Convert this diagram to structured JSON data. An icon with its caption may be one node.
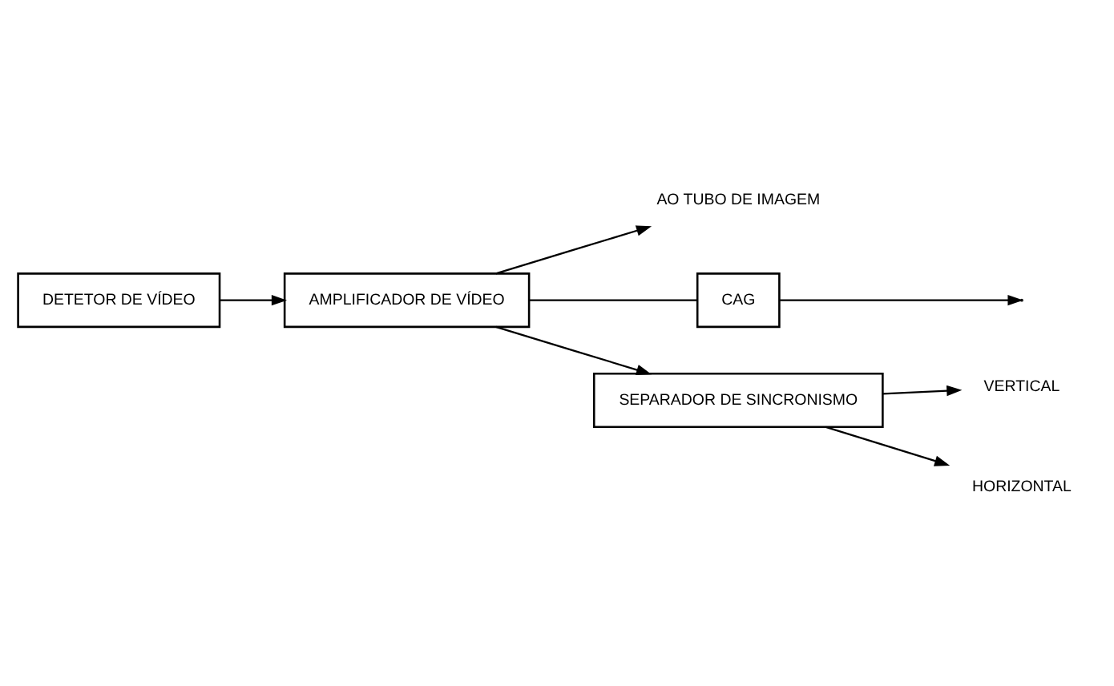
{
  "diagram": {
    "nodes": [
      {
        "text": [
          "DETETOR DE VÍDEO"
        ]
      },
      {
        "text": [
          "AMPLIFICADOR DE VÍDEO"
        ]
      },
      {
        "text": [
          "AO TUBO DE IMAGEM"
        ]
      },
      {
        "text": [
          "CAG"
        ]
      },
      {
        "text": [
          "SEPARADOR DE SINCRONISMO"
        ]
      },
      {
        "text": [
          "VERTICAL"
        ]
      },
      {
        "text": [
          "HORIZONTAL"
        ]
      }
    ],
    "edges": [
      {
        "from": 0,
        "to": 1,
        "arrow": "to"
      },
      {
        "from": 1,
        "to": 2,
        "arrow": "to"
      },
      {
        "from": 1,
        "to": 3,
        "arrow": "none"
      },
      {
        "from": 3,
        "to": null,
        "arrow": "to"
      },
      {
        "from": 1,
        "to": 4,
        "arrow": "to"
      },
      {
        "from": 4,
        "to": 5,
        "arrow": "to"
      },
      {
        "from": 4,
        "to": 6,
        "arrow": "to"
      }
    ]
  }
}
